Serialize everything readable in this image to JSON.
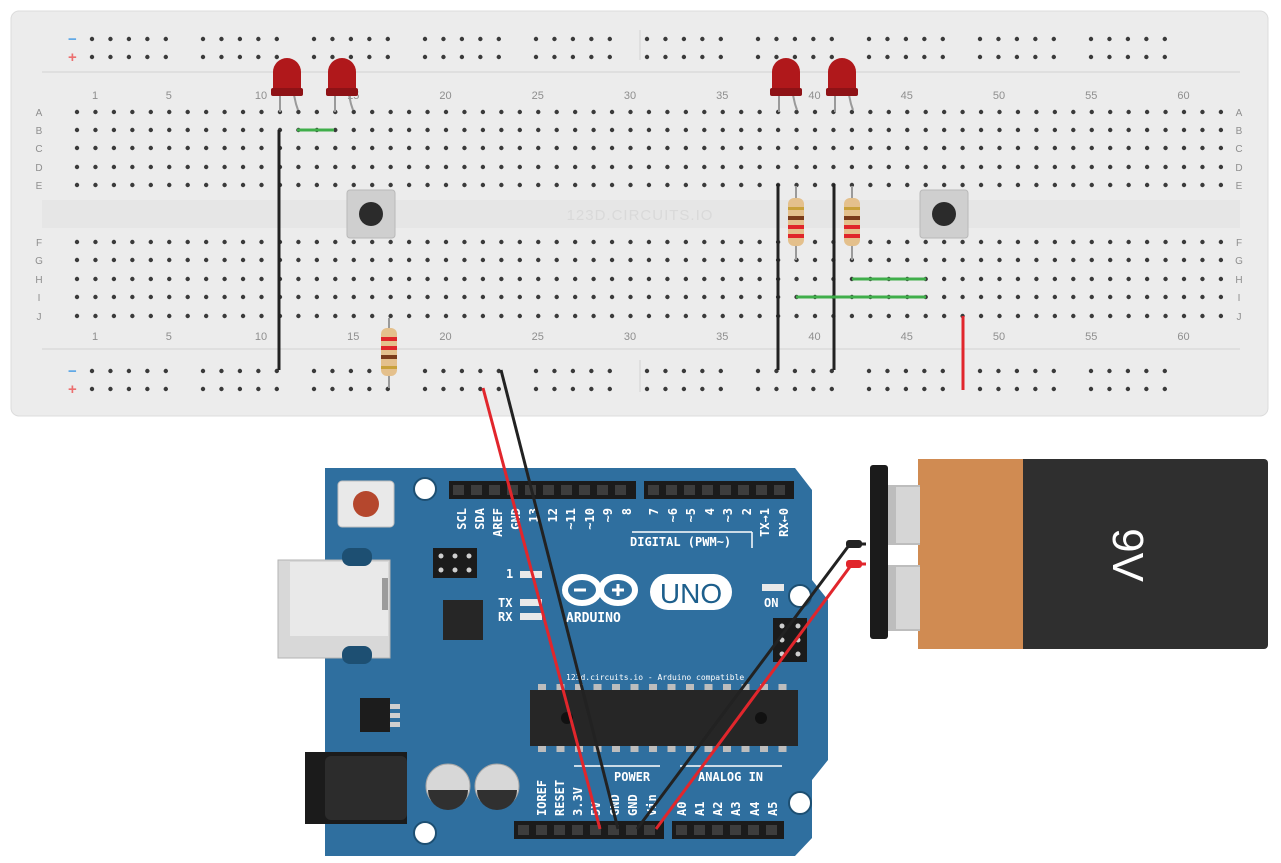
{
  "breadboard": {
    "watermark": "123D.CIRCUITS.IO",
    "column_numbers": [
      "1",
      "5",
      "10",
      "15",
      "20",
      "25",
      "30",
      "35",
      "40",
      "45",
      "50",
      "55",
      "60"
    ],
    "row_labels_top": [
      "A",
      "B",
      "C",
      "D",
      "E"
    ],
    "row_labels_bottom": [
      "F",
      "G",
      "H",
      "I",
      "J"
    ],
    "rail_minus": "−",
    "rail_plus": "+"
  },
  "arduino": {
    "logo_text": "ARDUINO",
    "model": "UNO",
    "compat_text": "123d.circuits.io - Arduino compatible",
    "digital_label": "DIGITAL (PWM~)",
    "power_label": "POWER",
    "analog_label": "ANALOG IN",
    "on_label": "ON",
    "tx_label": "TX",
    "rx_label": "RX",
    "led_l_label": "1",
    "top_pins": [
      "SCL",
      "SDA",
      "AREF",
      "GND",
      "13",
      "12",
      "~11",
      "~10",
      "~9",
      "8",
      "7",
      "~6",
      "~5",
      "4",
      "~3",
      "2",
      "TX→1",
      "RX←0"
    ],
    "power_pins": [
      "IOREF",
      "RESET",
      "3.3V",
      "5V",
      "GND",
      "GND",
      "Vin"
    ],
    "analog_pins": [
      "A0",
      "A1",
      "A2",
      "A3",
      "A4",
      "A5"
    ]
  },
  "battery": {
    "label": "9V",
    "colors": {
      "body": "#2f2f2f",
      "band": "#d08b52"
    }
  },
  "colors": {
    "board_bg": "#ececec",
    "pcb": "#2f6f9f",
    "wire_red": "#e1262c",
    "wire_black": "#222222",
    "wire_green": "#3fae4a",
    "led_red": "#b0181b"
  }
}
